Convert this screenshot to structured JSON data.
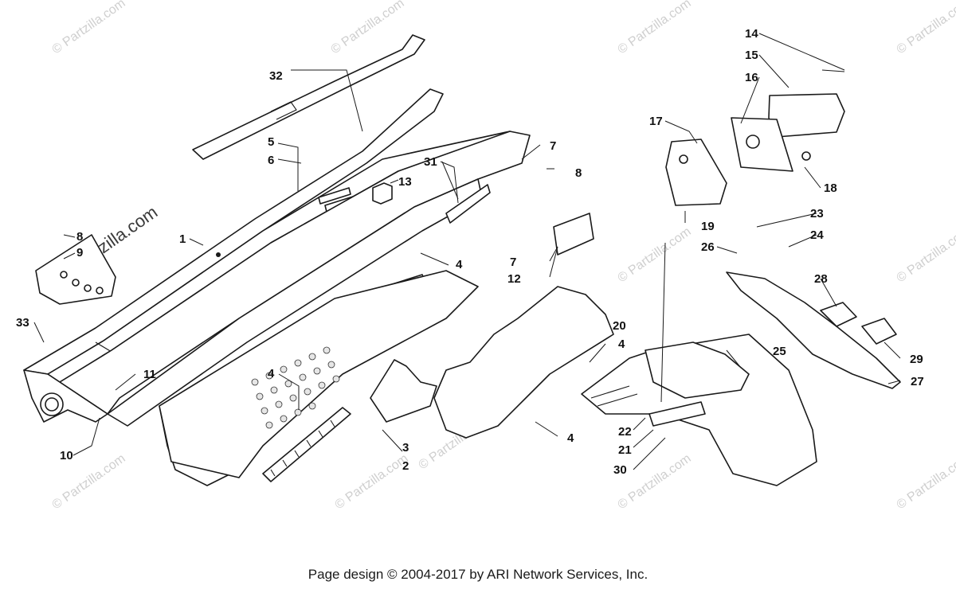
{
  "watermark": {
    "text": "© Partzilla.com",
    "big_text": "© Partzilla.com"
  },
  "callouts": [
    {
      "id": "c1",
      "label": "1"
    },
    {
      "id": "c2",
      "label": "2"
    },
    {
      "id": "c3",
      "label": "3"
    },
    {
      "id": "c4a",
      "label": "4"
    },
    {
      "id": "c4b",
      "label": "4"
    },
    {
      "id": "c4c",
      "label": "4"
    },
    {
      "id": "c4d",
      "label": "4"
    },
    {
      "id": "c5",
      "label": "5"
    },
    {
      "id": "c6",
      "label": "6"
    },
    {
      "id": "c7a",
      "label": "7"
    },
    {
      "id": "c7b",
      "label": "7"
    },
    {
      "id": "c8a",
      "label": "8"
    },
    {
      "id": "c8b",
      "label": "8"
    },
    {
      "id": "c9",
      "label": "9"
    },
    {
      "id": "c10",
      "label": "10"
    },
    {
      "id": "c11",
      "label": "11"
    },
    {
      "id": "c12",
      "label": "12"
    },
    {
      "id": "c13",
      "label": "13"
    },
    {
      "id": "c14",
      "label": "14"
    },
    {
      "id": "c15",
      "label": "15"
    },
    {
      "id": "c16",
      "label": "16"
    },
    {
      "id": "c17",
      "label": "17"
    },
    {
      "id": "c18",
      "label": "18"
    },
    {
      "id": "c19",
      "label": "19"
    },
    {
      "id": "c20",
      "label": "20"
    },
    {
      "id": "c21",
      "label": "21"
    },
    {
      "id": "c22",
      "label": "22"
    },
    {
      "id": "c23",
      "label": "23"
    },
    {
      "id": "c24",
      "label": "24"
    },
    {
      "id": "c25",
      "label": "25"
    },
    {
      "id": "c26",
      "label": "26"
    },
    {
      "id": "c27",
      "label": "27"
    },
    {
      "id": "c28",
      "label": "28"
    },
    {
      "id": "c29",
      "label": "29"
    },
    {
      "id": "c30",
      "label": "30"
    },
    {
      "id": "c31",
      "label": "31"
    },
    {
      "id": "c32",
      "label": "32"
    },
    {
      "id": "c33",
      "label": "33"
    }
  ],
  "footer": {
    "text": "Page design © 2004-2017 by ARI Network Services, Inc."
  }
}
